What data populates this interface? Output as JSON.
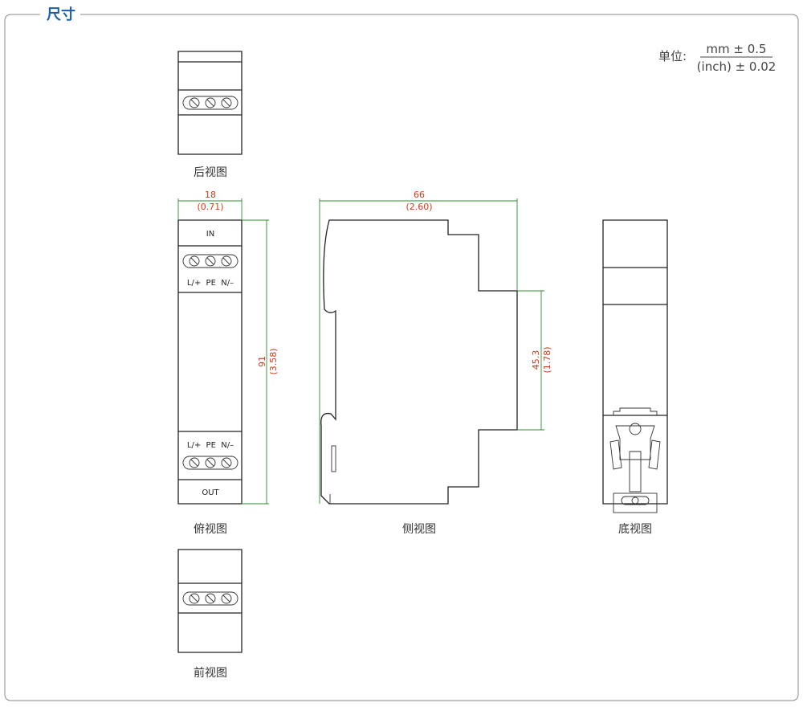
{
  "section_title": "尺寸",
  "units": {
    "label": "单位:",
    "numerator": "mm ± 0.5",
    "denominator": "(inch) ± 0.02"
  },
  "views": {
    "rear": "后视图",
    "top": "俯视图",
    "front": "前视图",
    "side": "侧视图",
    "bottom": "底视图"
  },
  "terminal_labels": {
    "in": "IN",
    "out": "OUT",
    "pins": "L/+  PE  N/–"
  },
  "dimensions": {
    "width": {
      "mm": "18",
      "inch": "(0.71)"
    },
    "height": {
      "mm": "91",
      "inch": "(3.58)"
    },
    "depth": {
      "mm": "66",
      "inch": "(2.60)"
    },
    "front_height": {
      "mm": "45.3",
      "inch": "(1.78)"
    }
  },
  "colors": {
    "title": "#1a5fa8",
    "dimension_text": "#d03a1b",
    "dimension_line": "#2e8b2e",
    "outline": "#222222"
  }
}
